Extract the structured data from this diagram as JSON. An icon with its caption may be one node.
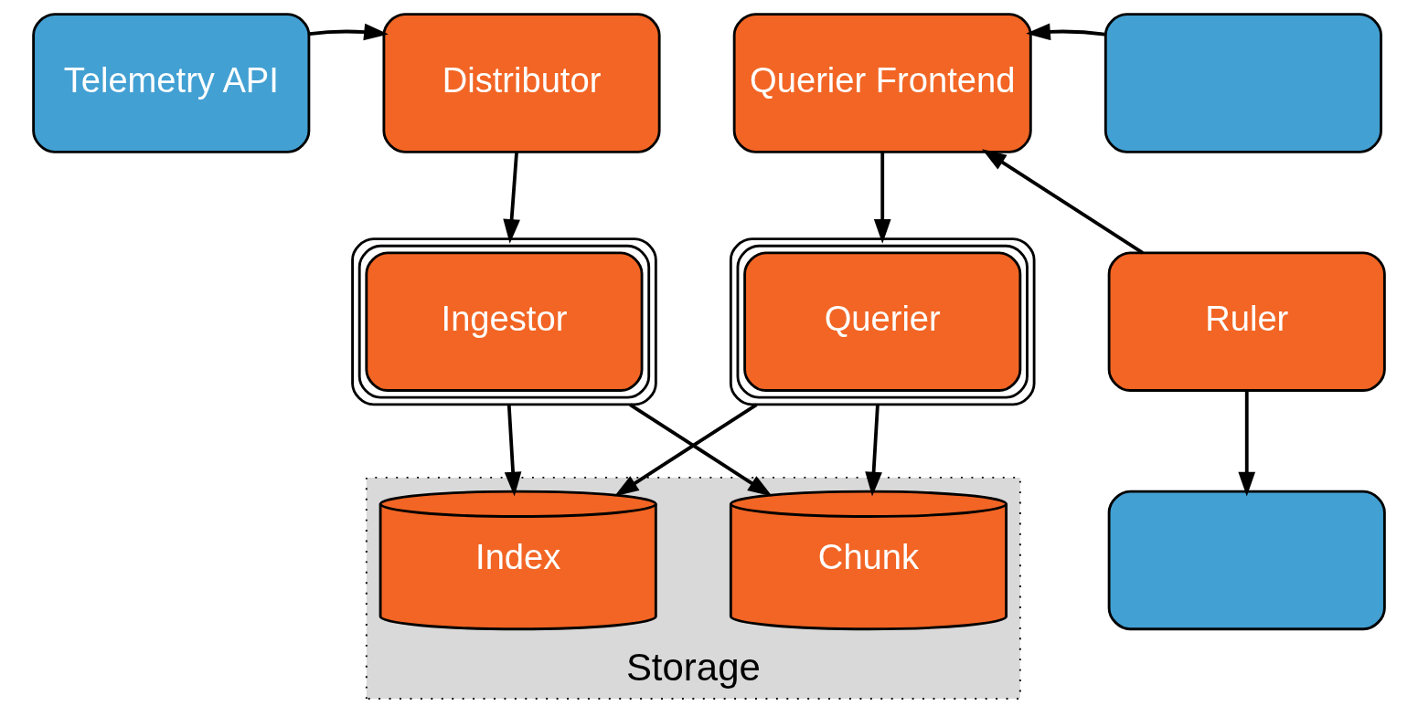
{
  "diagram": {
    "nodes": [
      {
        "text": [
          "Telemetry API"
        ]
      },
      {
        "text": [
          "Distributor"
        ]
      },
      {
        "text": [
          "Querier Frontend"
        ]
      },
      {
        "text": [],
        "shape": "box"
      },
      {
        "text": [
          "Ingestor"
        ]
      },
      {
        "text": [
          "Querier"
        ]
      },
      {
        "text": [
          "Ruler"
        ]
      },
      {
        "text": [
          "Storage"
        ]
      },
      {
        "text": [
          "Index"
        ],
        "in": 7
      },
      {
        "text": [
          "Chunk"
        ],
        "in": 7
      },
      {
        "text": [],
        "shape": "box"
      }
    ],
    "edges": [
      {
        "from": 0,
        "to": 1,
        "arrow": "to"
      },
      {
        "from": 3,
        "to": 2,
        "arrow": "to"
      },
      {
        "from": 6,
        "to": 2,
        "arrow": "to"
      },
      {
        "from": 1,
        "to": 4,
        "arrow": "to"
      },
      {
        "from": 2,
        "to": 5,
        "arrow": "to"
      },
      {
        "from": 4,
        "to": 8,
        "arrow": "to"
      },
      {
        "from": 4,
        "to": 9,
        "arrow": "to"
      },
      {
        "from": 5,
        "to": 8,
        "arrow": "to"
      },
      {
        "from": 5,
        "to": 9,
        "arrow": "to"
      },
      {
        "from": 6,
        "to": 10,
        "arrow": "to"
      }
    ]
  }
}
